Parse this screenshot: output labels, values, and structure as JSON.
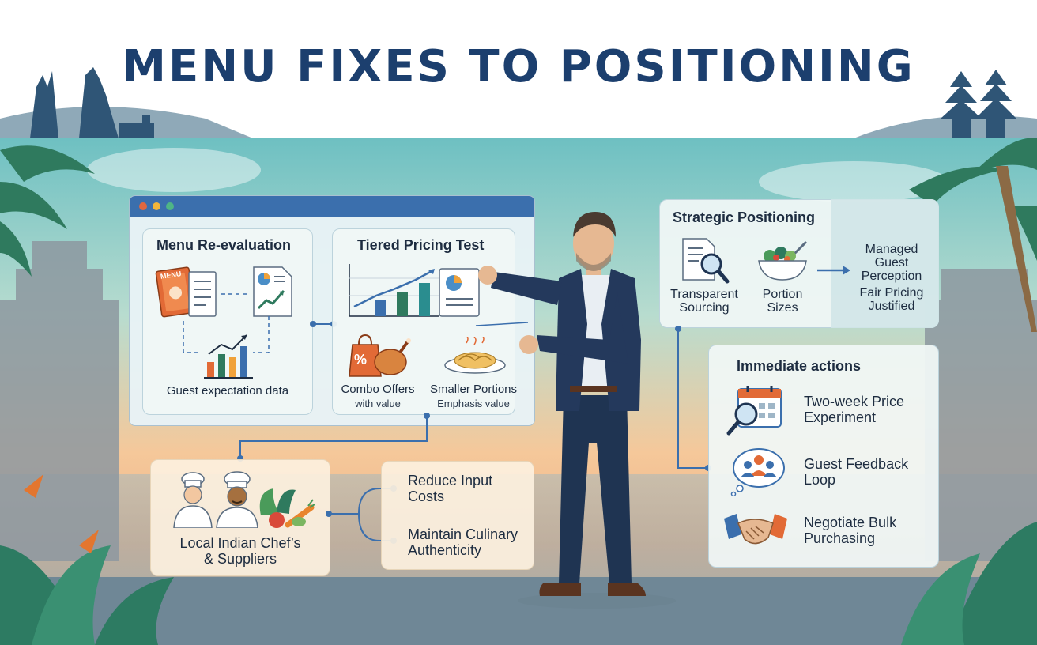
{
  "title": "MENU FIXES TO POSITIONING",
  "menu_reevaluation": {
    "title": "Menu Re-evaluation",
    "menu_word": "MENU",
    "data_label": "Guest expectation data"
  },
  "tiered_pricing": {
    "title": "Tiered Pricing Test",
    "combo_label": "Combo Offers",
    "combo_sub": "with value",
    "smaller_label": "Smaller Portions",
    "smaller_sub": "Emphasis value",
    "percent_glyph": "%"
  },
  "chefs": {
    "label_line1": "Local Indian Chef’s",
    "label_line2": "& Suppliers"
  },
  "goals": {
    "item1_line1": "Reduce Input",
    "item1_line2": "Costs",
    "item2_line1": "Maintain Culinary",
    "item2_line2": "Authenticity"
  },
  "strategic": {
    "title": "Strategic Positioning",
    "sourcing_line1": "Transparent",
    "sourcing_line2": "Sourcing",
    "portion_line1": "Portion",
    "portion_line2": "Sizes",
    "outcome_line1": "Managed",
    "outcome_line2": "Guest",
    "outcome_line3": "Perception",
    "outcome_line4": "Fair Pricing",
    "outcome_line5": "Justified"
  },
  "actions": {
    "title": "Immediate actions",
    "a1_line1": "Two-week Price",
    "a1_line2": "Experiment",
    "a2_line1": "Guest Feedback",
    "a2_line2": "Loop",
    "a3_line1": "Negotiate Bulk",
    "a3_line2": "Purchasing"
  },
  "colors": {
    "title": "#1c3f6e",
    "accent_blue": "#3b6fad",
    "connector": "#3b6fad",
    "sky_top": "#7fc7c8",
    "sunset": "#f3b184"
  },
  "icons": [
    "menu-icon",
    "report-icon",
    "bar-chart-icon",
    "line-chart-icon",
    "combo-bag-icon",
    "noodle-plate-icon",
    "chef-icon",
    "vegetables-icon",
    "document-search-icon",
    "salad-bowl-icon",
    "arrow-right-icon",
    "calendar-search-icon",
    "feedback-bubble-icon",
    "handshake-icon"
  ]
}
